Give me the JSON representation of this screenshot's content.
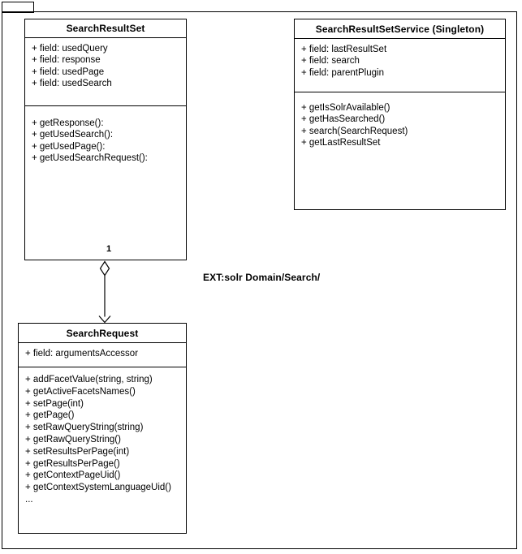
{
  "diagram": {
    "ext_label": "EXT:solr Domain/Search/",
    "multiplicity_label": "1",
    "line_color": "#000000",
    "background_color": "#ffffff",
    "aggregation_icon": "hollow-diamond",
    "arrow_icon": "open-arrowhead"
  },
  "classes": {
    "search_result_set": {
      "title": "SearchResultSet",
      "fields": [
        "+ field: usedQuery",
        "+ field: response",
        "+ field: usedPage",
        "+ field: usedSearch"
      ],
      "methods": [
        "+ getResponse():",
        "+ getUsedSearch():",
        "+ getUsedPage():",
        "+ getUsedSearchRequest():"
      ]
    },
    "search_result_set_service": {
      "title": "SearchResultSetService (Singleton)",
      "fields": [
        "+ field: lastResultSet",
        "+ field: search",
        "+ field: parentPlugin"
      ],
      "methods": [
        "+ getIsSolrAvailable()",
        "+ getHasSearched()",
        "+ search(SearchRequest)",
        "+ getLastResultSet"
      ]
    },
    "search_request": {
      "title": "SearchRequest",
      "fields": [
        "+ field: argumentsAccessor"
      ],
      "methods": [
        "+ addFacetValue(string, string)",
        "+ getActiveFacetsNames()",
        "+ setPage(int)",
        "+ getPage()",
        "+ setRawQueryString(string)",
        "+ getRawQueryString()",
        "+ setResultsPerPage(int)",
        "+ getResultsPerPage()",
        "+ getContextPageUid()",
        "+ getContextSystemLanguageUid()",
        "..."
      ]
    }
  }
}
